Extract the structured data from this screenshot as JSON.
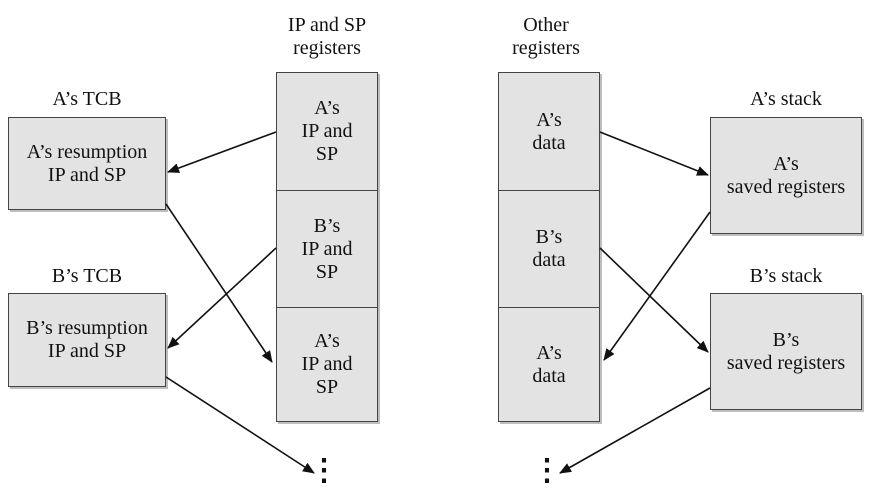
{
  "headers": {
    "ip_sp": "IP and SP\nregisters",
    "other": "Other\nregisters",
    "a_tcb": "A’s TCB",
    "b_tcb": "B’s TCB",
    "a_stack": "A’s stack",
    "b_stack": "B’s stack"
  },
  "boxes": {
    "a_tcb": "A’s resumption\nIP and SP",
    "b_tcb": "B’s resumption\nIP and SP",
    "a_stack": "A’s\nsaved registers",
    "b_stack": "B’s\nsaved registers"
  },
  "ip_sp_column": [
    "A’s\nIP and\nSP",
    "B’s\nIP and\nSP",
    "A’s\nIP and\nSP"
  ],
  "other_column": [
    "A’s\ndata",
    "B’s\ndata",
    "A’s\ndata"
  ],
  "continuation": "⋮"
}
